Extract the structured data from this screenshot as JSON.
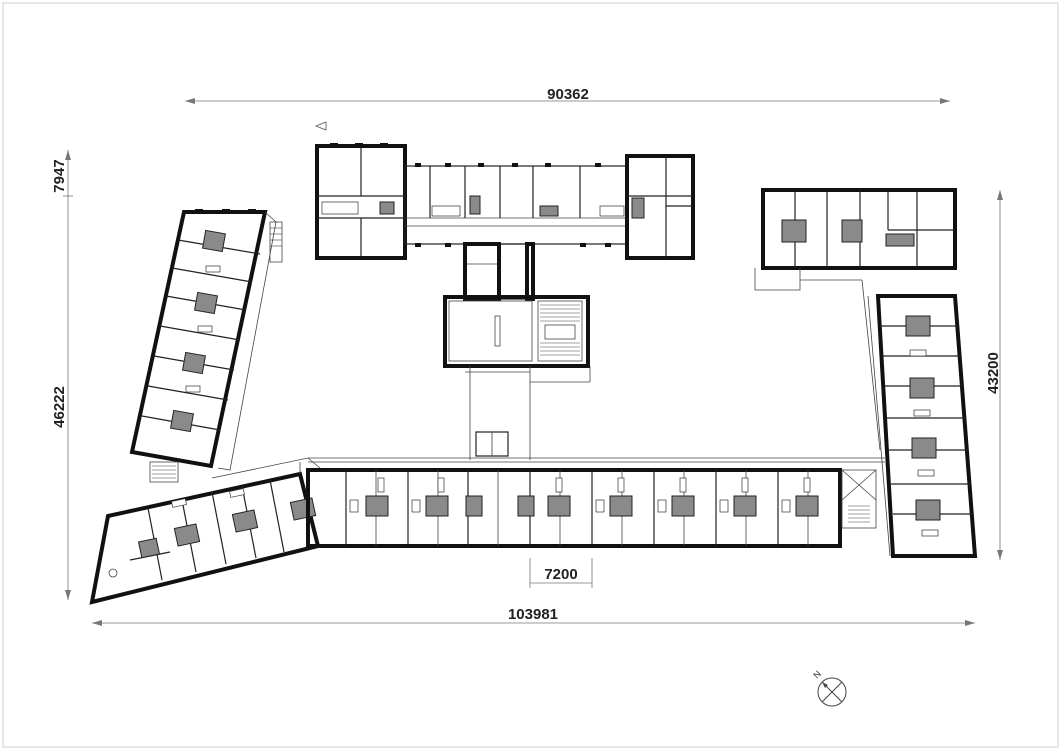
{
  "dimensions": {
    "top_width": "90362",
    "bottom_width": "103981",
    "left_upper": "7947",
    "left_height": "46222",
    "right_height": "43200",
    "bay_width": "7200"
  },
  "north_label": "N",
  "colors": {
    "wall": "#1a1a1a",
    "core_fill": "#8a8a8a",
    "background": "#ffffff"
  }
}
